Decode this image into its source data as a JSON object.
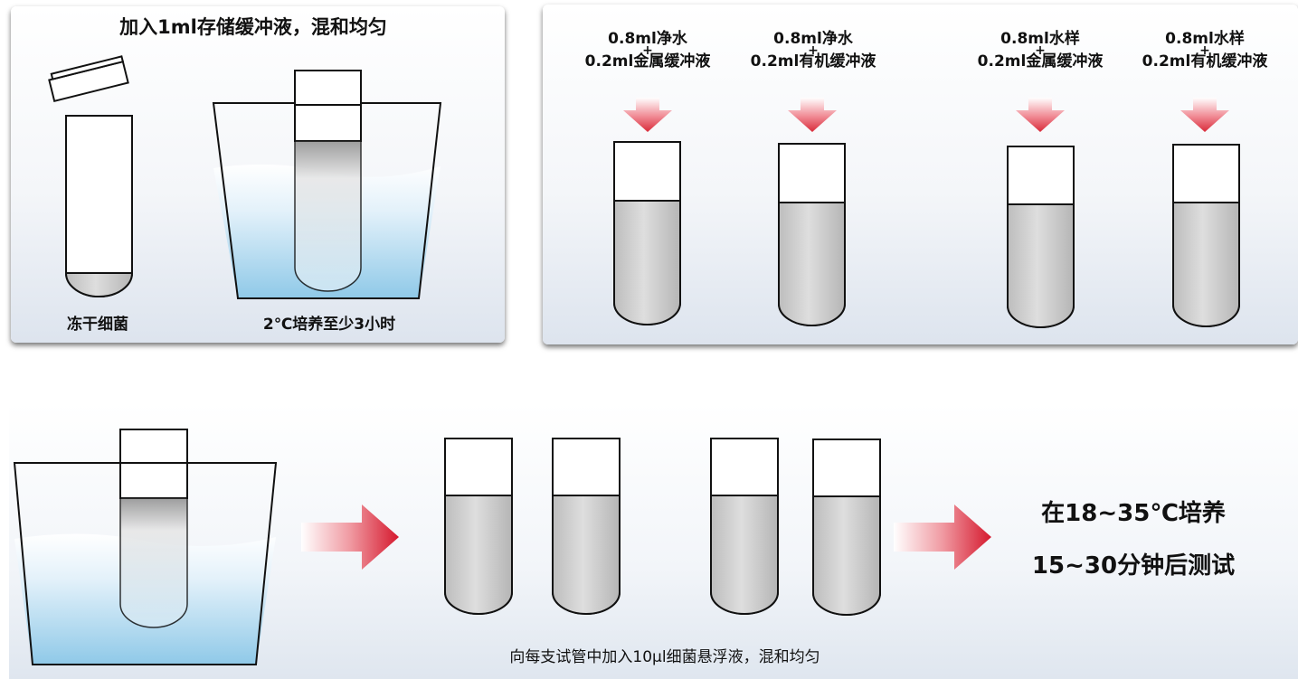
{
  "step1": {
    "title": "加入1ml存储缓冲液，混和均匀",
    "label_left": "冻干细菌",
    "label_right": "2℃培养至少3小时"
  },
  "step2": {
    "tubes": [
      {
        "line1": "0.8ml净水",
        "plus": "+",
        "line2": "0.2ml金属缓冲液"
      },
      {
        "line1": "0.8ml净水",
        "plus": "+",
        "line2": "0.2ml有机缓冲液"
      },
      {
        "line1": "0.8ml水样",
        "plus": "+",
        "line2": "0.2ml金属缓冲液"
      },
      {
        "line1": "0.8ml水样",
        "plus": "+",
        "line2": "0.2ml有机缓冲液"
      }
    ]
  },
  "step3": {
    "caption": "向每支试管中加入10μl细菌悬浮液，混和均匀",
    "result_line1": "在18~35℃培养",
    "result_line2": "15~30分钟后测试"
  },
  "colors": {
    "arrow_red": "#d92b3a",
    "water_blue": "#9fd0ea",
    "tube_liquid": "#cfcfcf"
  }
}
